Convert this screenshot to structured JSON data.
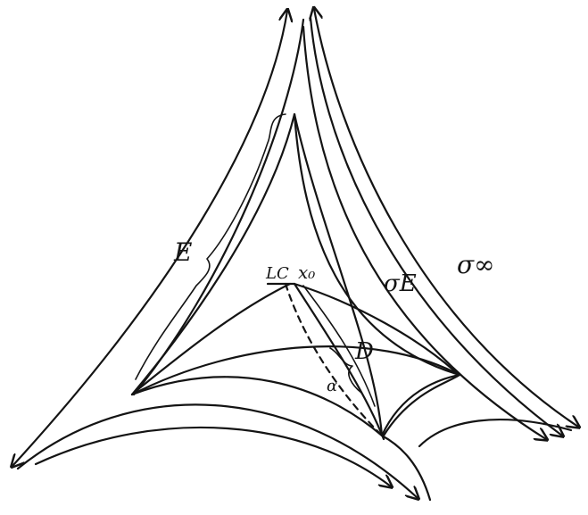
{
  "labels": {
    "E": "E",
    "LC": "LC",
    "x0": "x₀",
    "sigma_E": "σE",
    "sigma_inf": "σ∞",
    "D": "D",
    "alpha": "α"
  },
  "colors": {
    "ink": "#141414",
    "paper": "#ffffff"
  }
}
